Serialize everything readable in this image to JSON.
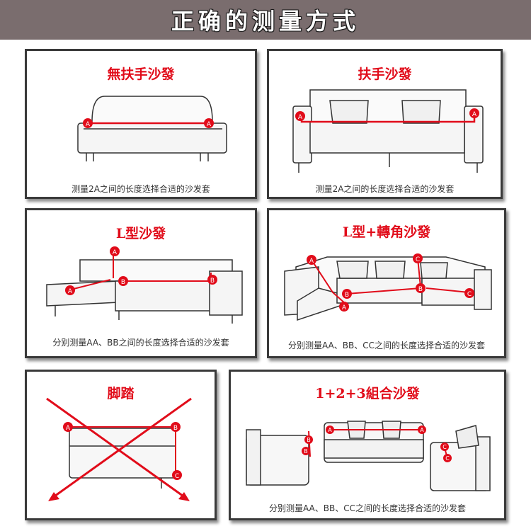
{
  "header": {
    "title": "正确的测量方式"
  },
  "panels": {
    "no_arm": {
      "title": "無扶手沙發",
      "caption": "测量2A之间的长度选择合适的沙发套"
    },
    "arm": {
      "title": "扶手沙發",
      "caption": "测量2A之间的长度选择合适的沙发套"
    },
    "l_shape": {
      "title": "L型沙發",
      "caption": "分别测量AA、BB之间的长度选择合适的沙发套"
    },
    "l_corner": {
      "title": "L型+轉角沙發",
      "caption": "分别测量AA、BB、CC之间的长度选择合适的沙发套"
    },
    "footstool": {
      "title": "脚踏"
    },
    "set_123": {
      "title": "1+2+3組合沙發",
      "caption": "分别测量AA、BB、CC之间的长度选择合适的沙发套"
    }
  },
  "markers": {
    "a": "A",
    "b": "B",
    "c": "C"
  },
  "colors": {
    "accent": "#e10c1a",
    "banner": "#7a6d6e",
    "border": "#3a3a3a"
  }
}
